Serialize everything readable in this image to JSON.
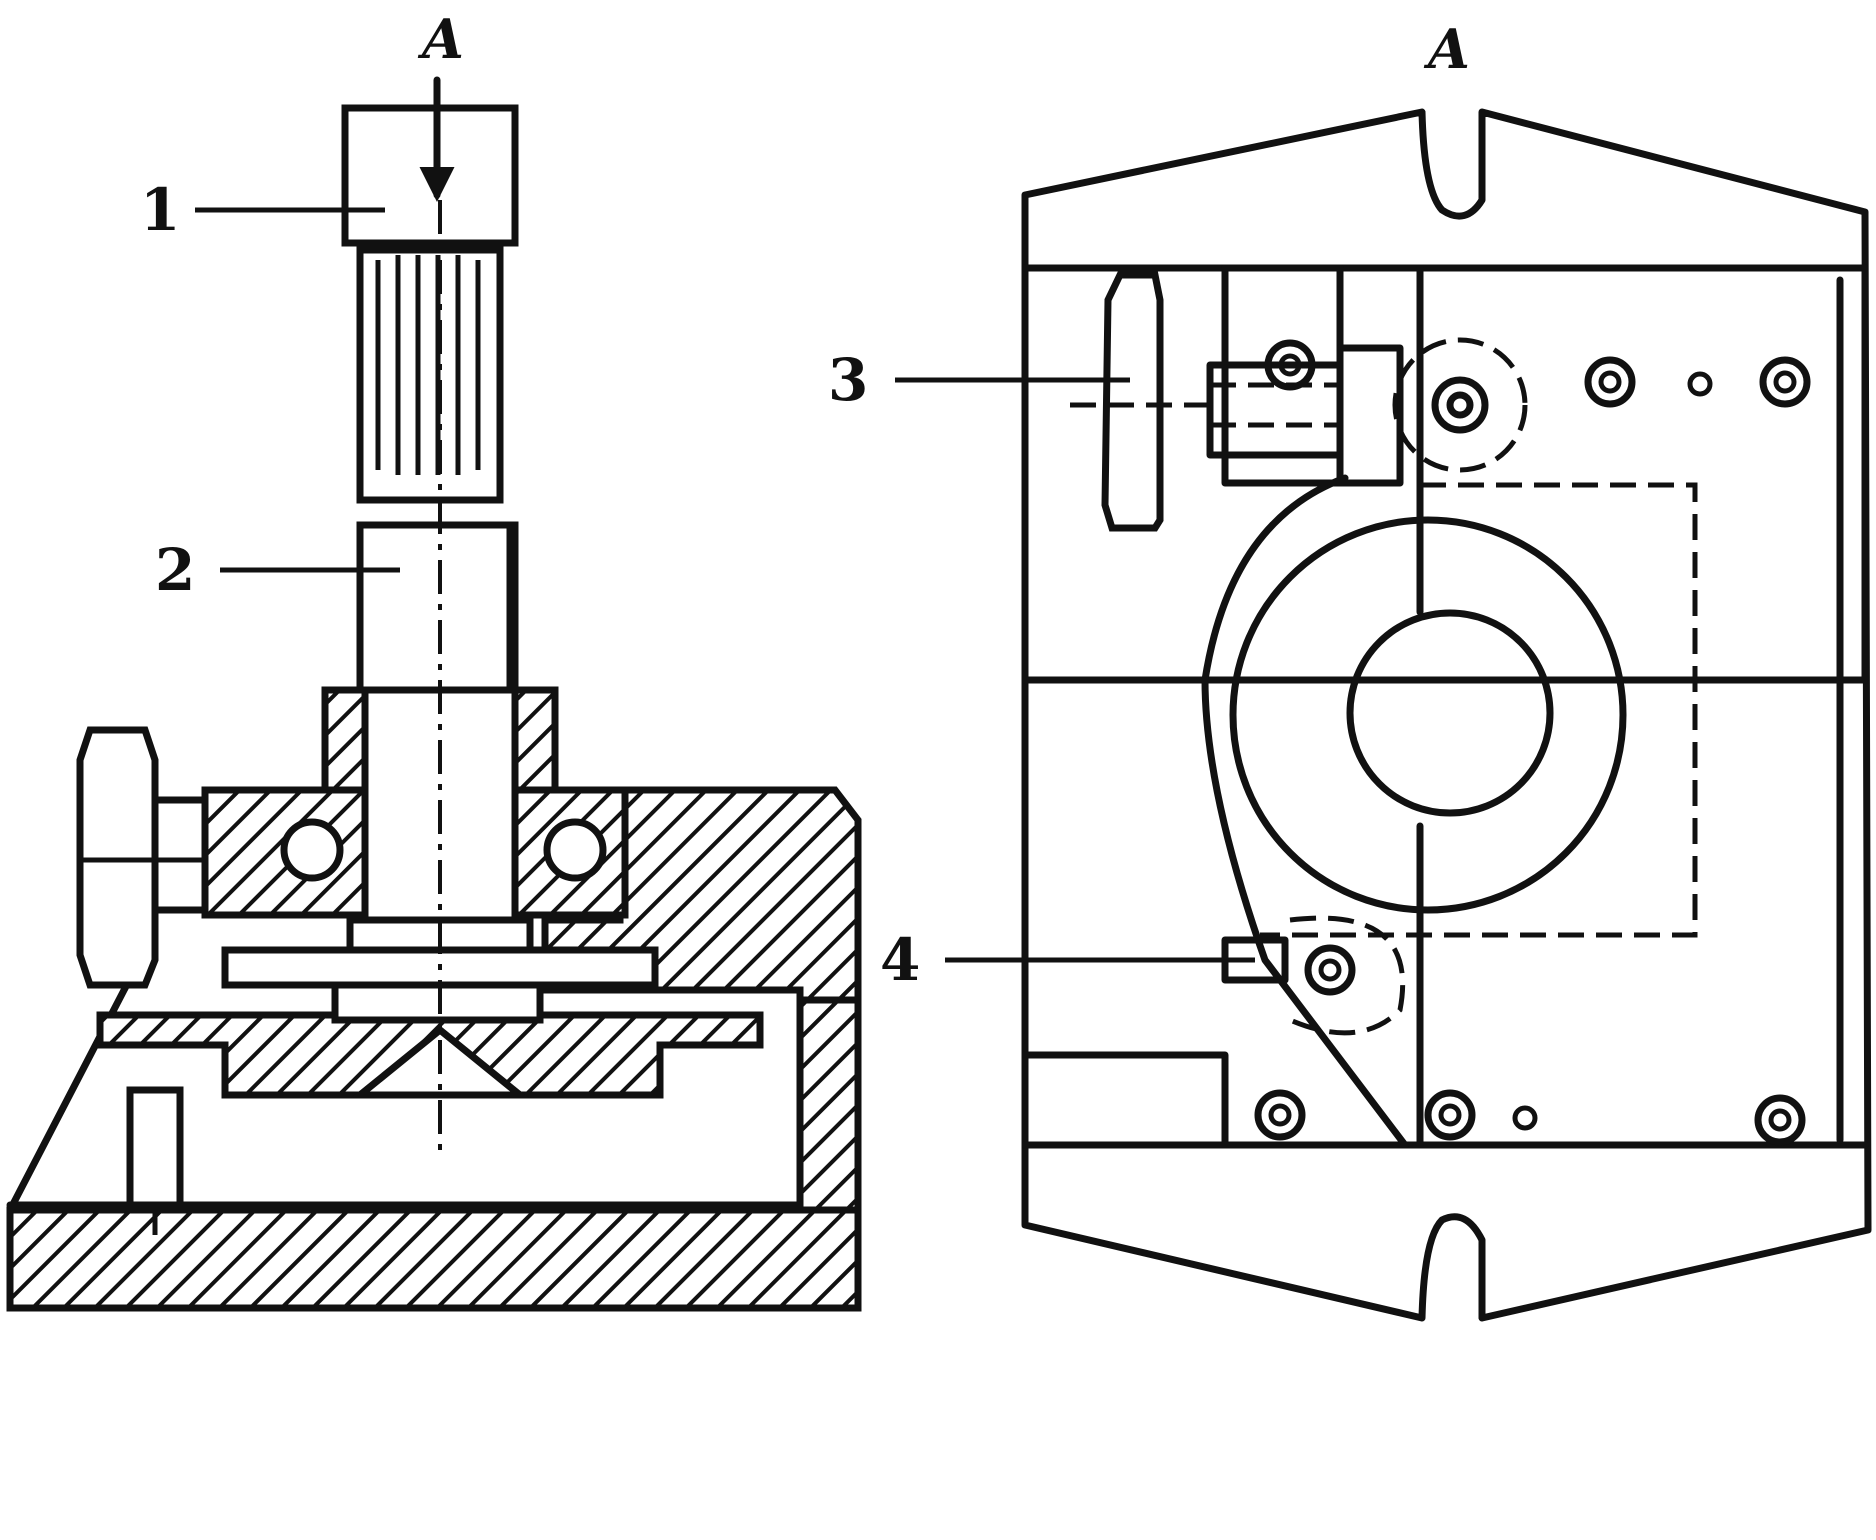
{
  "figure": {
    "left_view": {
      "section_label": "A",
      "callouts": [
        {
          "id": "1",
          "text": "1"
        },
        {
          "id": "2",
          "text": "2"
        }
      ]
    },
    "right_view": {
      "view_label": "A",
      "callouts": [
        {
          "id": "3",
          "text": "3"
        },
        {
          "id": "4",
          "text": "4"
        }
      ]
    },
    "line_color": "#111111",
    "background_color": "#ffffff"
  }
}
